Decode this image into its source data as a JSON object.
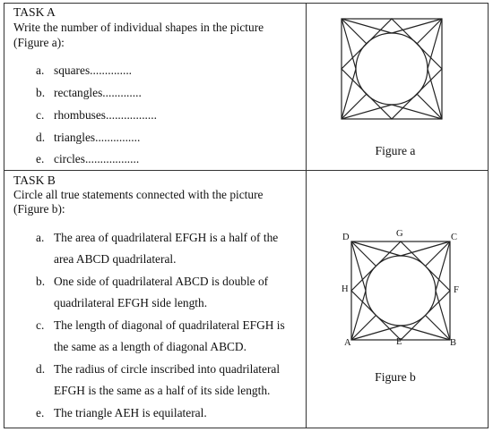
{
  "task_a": {
    "title": "TASK A",
    "instruction_line1": "Write the number of individual shapes in the picture",
    "instruction_line2": "(Figure a):",
    "items": [
      {
        "marker": "a.",
        "text": "squares.............."
      },
      {
        "marker": "b.",
        "text": "rectangles............."
      },
      {
        "marker": "c.",
        "text": "rhombuses................."
      },
      {
        "marker": "d.",
        "text": "triangles..............."
      },
      {
        "marker": "e.",
        "text": "circles.................."
      }
    ],
    "figure_caption": "Figure a"
  },
  "task_b": {
    "title": "TASK B",
    "instruction_line1": "Circle all true statements connected with the picture",
    "instruction_line2": "(Figure b):",
    "items": [
      {
        "marker": "a.",
        "line1": "The area of quadrilateral EFGH is a half of the",
        "line2": "area ABCD quadrilateral."
      },
      {
        "marker": "b.",
        "line1": "One side of quadrilateral ABCD is double of",
        "line2": "quadrilateral EFGH side length."
      },
      {
        "marker": "c.",
        "line1": "The length of diagonal of quadrilateral EFGH is",
        "line2": "the same as a length of diagonal ABCD."
      },
      {
        "marker": "d.",
        "line1": "The radius of circle inscribed into quadrilateral",
        "line2": "EFGH is the same as a half of its side length."
      },
      {
        "marker": "e.",
        "line1": "The triangle AEH is equilateral.",
        "line2": ""
      }
    ],
    "figure_caption": "Figure b",
    "vertex_labels": {
      "A": "A",
      "B": "B",
      "C": "C",
      "D": "D",
      "E": "E",
      "F": "F",
      "G": "G",
      "H": "H"
    }
  }
}
